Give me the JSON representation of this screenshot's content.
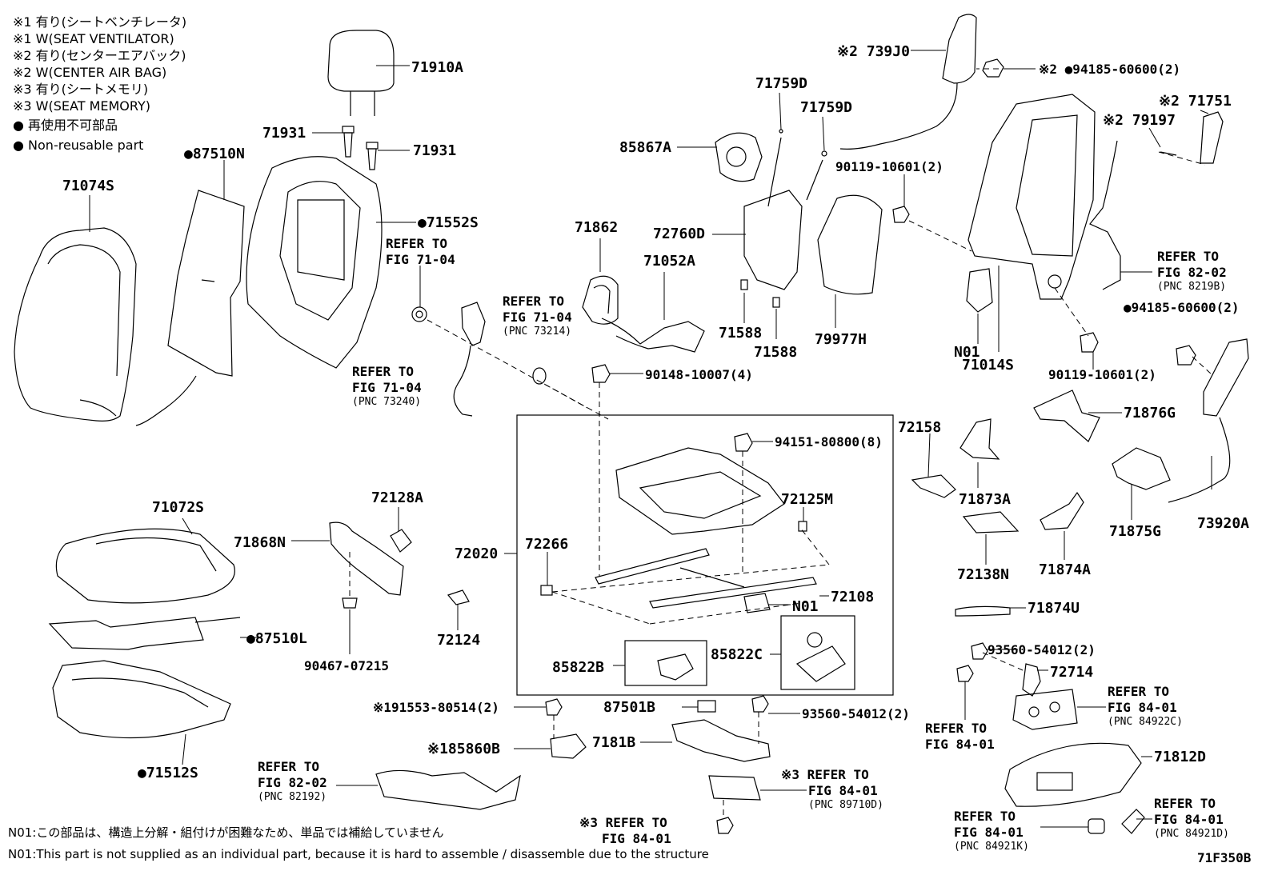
{
  "legend": [
    "※1 有り(シートベンチレータ)",
    "※1 W(SEAT VENTILATOR)",
    "※2 有り(センターエアバック)",
    "※2 W(CENTER AIR BAG)",
    "※3 有り(シートメモリ)",
    "※3 W(SEAT MEMORY)",
    "● 再使用不可部品",
    "● Non-reusable part"
  ],
  "labels": {
    "p71910A": "71910A",
    "p71931a": "71931",
    "p71931b": "71931",
    "p87510N": "●87510N",
    "p71074S": "71074S",
    "p71552S": "●71552S",
    "ref_71_04_a1": "REFER TO",
    "ref_71_04_a2": "FIG 71-04",
    "p71862": "71862",
    "ref_73214_1": "REFER TO",
    "ref_73214_2": "FIG 71-04",
    "ref_73214_3": "(PNC 73214)",
    "ref_73240_1": "REFER TO",
    "ref_73240_2": "FIG 71-04",
    "ref_73240_3": "(PNC 73240)",
    "p71052A": "71052A",
    "p72760D": "72760D",
    "p85867A": "85867A",
    "p71759D_a": "71759D",
    "p71759D_b": "71759D",
    "p71588a": "71588",
    "p71588b": "71588",
    "p79977H": "79977H",
    "p739J0": "※2 739J0",
    "p94185a": "※2 ●94185-60600(2)",
    "p90119a": "90119-10601(2)",
    "p71751": "※2 71751",
    "p79197": "※2 79197",
    "ref_8219B_1": "REFER TO",
    "ref_8219B_2": "FIG 82-02",
    "ref_8219B_3": "(PNC 8219B)",
    "p94185b": "●94185-60600(2)",
    "pN01a": "N01",
    "p71014S": "71014S",
    "p90119b": "90119-10601(2)",
    "p90148": "90148-10007(4)",
    "p94151": "94151-80800(8)",
    "p72158": "72158",
    "p71876G": "71876G",
    "p71873A": "71873A",
    "p72125M": "72125M",
    "p72020": "72020",
    "p72266": "72266",
    "pN01b": "N01",
    "p72108": "72108",
    "p71875G": "71875G",
    "p73920A": "73920A",
    "p72138N": "72138N",
    "p71874A": "71874A",
    "p71874U": "71874U",
    "p71072S": "71072S",
    "p72128A": "72128A",
    "p71868N": "71868N",
    "p87510L": "●87510L",
    "p90467": "90467-07215",
    "p72124": "72124",
    "p85822B": "85822B",
    "p85822C": "85822C",
    "p93560a": "93560-54012(2)",
    "p72714": "72714",
    "ref_84922C_1": "REFER TO",
    "ref_84922C_2": "FIG 84-01",
    "ref_84922C_3": "(PNC 84922C)",
    "ref_84_01_1": "REFER TO",
    "ref_84_01_2": "FIG 84-01",
    "p191553": "※191553-80514(2)",
    "p87501B": "87501B",
    "p93560b": "93560-54012(2)",
    "p185860B": "※185860B",
    "p7181B": "7181B",
    "p71512S": "●71512S",
    "ref_82192_1": "REFER TO",
    "ref_82192_2": "FIG 82-02",
    "ref_82192_3": "(PNC 82192)",
    "ref_89710D_1": "※3 REFER TO",
    "ref_89710D_2": "FIG 84-01",
    "ref_89710D_3": "(PNC 89710D)",
    "p71812D": "71812D",
    "ref_84921K_1": "REFER TO",
    "ref_84921K_2": "FIG 84-01",
    "ref_84921K_3": "(PNC 84921K)",
    "ref_84921D_1": "REFER TO",
    "ref_84921D_2": "FIG 84-01",
    "ref_84921D_3": "(PNC 84921D)",
    "ref_bottom_1": "※3 REFER TO",
    "ref_bottom_2": "FIG 84-01"
  },
  "notes": [
    "N01:この部品は、構造上分解・組付けが困難なため、単品では補給していません",
    "N01:This part is not supplied as an individual part, because it is hard to assemble / disassemble due to the structure"
  ],
  "figure_id": "71F350B"
}
